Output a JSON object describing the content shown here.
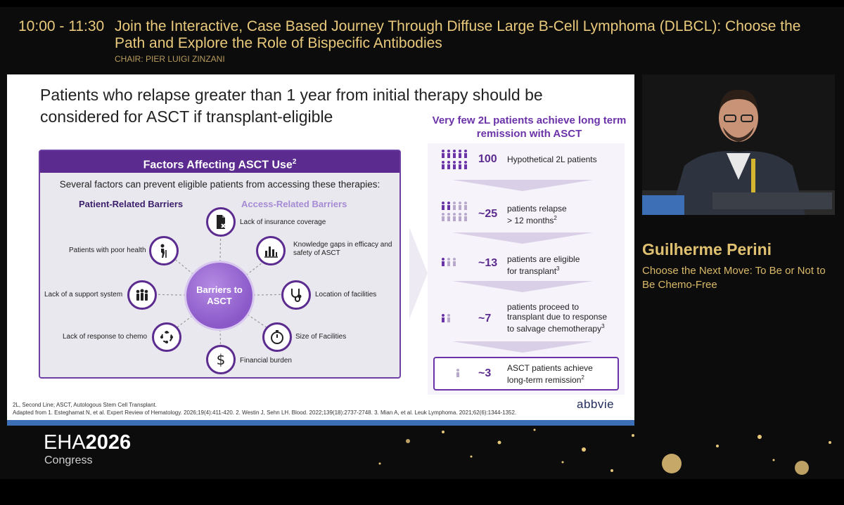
{
  "session": {
    "time": "10:00 - 11:30",
    "title": "Join the Interactive, Case Based Journey Through Diffuse Large B-Cell Lymphoma (DLBCL): Choose the Path and Explore the Role of Bispecific Antibodies",
    "chair": "CHAIR: PIER LUIGI ZINZANI"
  },
  "slide": {
    "title": "Patients who relapse greater than 1 year from initial therapy should be considered for ASCT if transplant-eligible",
    "panel": {
      "heading": "Factors Affecting ASCT Use",
      "heading_sup": "2",
      "intro": "Several factors can prevent eligible patients from accessing these therapies:",
      "patient_heading": "Patient-Related Barriers",
      "access_heading": "Access-Related Barriers",
      "center": "Barriers to ASCT",
      "factors": [
        {
          "label": "Lack of insurance coverage",
          "icon": "document-x-icon"
        },
        {
          "label": "Knowledge gaps in efficacy and safety of ASCT",
          "icon": "bar-chart-icon"
        },
        {
          "label": "Location of facilities",
          "icon": "stethoscope-icon"
        },
        {
          "label": "Size of Facilities",
          "icon": "stopwatch-icon"
        },
        {
          "label": "Financial burden",
          "icon": "dollar-icon"
        },
        {
          "label": "Lack of response to chemo",
          "icon": "cycle-icon"
        },
        {
          "label": "Lack of a support system",
          "icon": "group-icon"
        },
        {
          "label": "Patients with poor health",
          "icon": "elderly-person-icon"
        }
      ]
    },
    "right": {
      "title": "Very few 2L patients achieve long term remission with ASCT",
      "steps": [
        {
          "num": "100",
          "text": "Hypothetical 2L patients",
          "text2": "",
          "sup": ""
        },
        {
          "num": "~25",
          "text": "patients relapse",
          "text2": "> 12 months",
          "sup": "2"
        },
        {
          "num": "~13",
          "text": "patients are eligible",
          "text2": "for transplant",
          "sup": "3"
        },
        {
          "num": "~7",
          "text": "patients proceed to",
          "text2": "transplant due to response",
          "text3": "to salvage chemotherapy",
          "sup": "3"
        },
        {
          "num": "~3",
          "text": "ASCT patients achieve",
          "text2": "long-term remission",
          "sup": "2"
        }
      ]
    },
    "footnote1": "2L, Second Line; ASCT, Autologous Stem Cell Transplant.",
    "footnote2": "Adapted from 1. Esteghamat N, et al. Expert Review of Hematology. 2026;19(4):411-420.  2. Westin J, Sehn LH. Blood. 2022;139(18):2737-2748.  3. Mian A, et al. Leuk Lymphoma. 2021;62(6):1344-1352.",
    "brand": "abbvie"
  },
  "speaker": {
    "name": "Guilherme Perini",
    "talk": "Choose the Next Move: To Be or Not to Be Chemo-Free"
  },
  "event": {
    "logo_prefix": "EHA",
    "logo_year": "2026",
    "subtitle": "Congress"
  },
  "colors": {
    "gold": "#e9c97b",
    "purple": "#5b2b8f",
    "lavender": "#a58bd3"
  }
}
